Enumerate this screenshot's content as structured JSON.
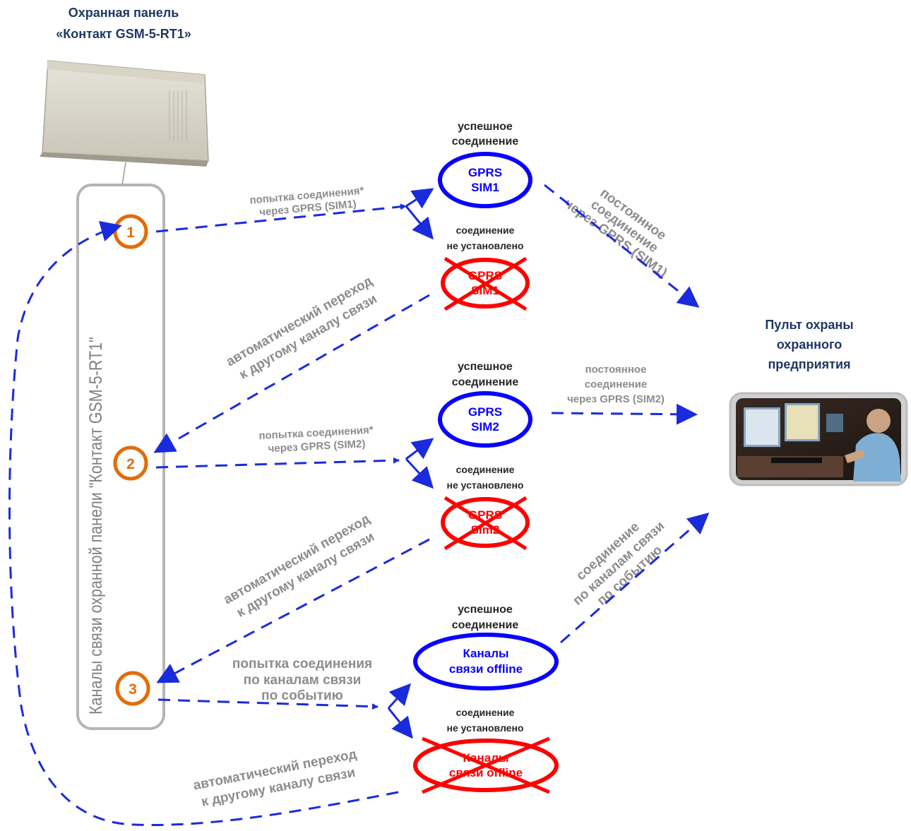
{
  "panel": {
    "title_line1": "Охранная панель",
    "title_line2": "«Контакт GSM-5-RT1»"
  },
  "channels_label": "Каналы связи охранной панели \"Контакт GSM-5-RT1\"",
  "steps": [
    "1",
    "2",
    "3"
  ],
  "central": {
    "title_line1": "Пульт охраны",
    "title_line2": "охранного",
    "title_line3": "предприятия"
  },
  "status": {
    "success_line1": "успешное",
    "success_line2": "соединение",
    "fail_line1": "соединение",
    "fail_line2": "не установлено"
  },
  "nodes": {
    "gprs_sim1_ok": [
      "GPRS",
      "SIM1"
    ],
    "gprs_sim1_fail": [
      "GPRS",
      "SIM1"
    ],
    "gprs_sim2_ok": [
      "GPRS",
      "SIM2"
    ],
    "gprs_sim2_fail": [
      "GPRS",
      "Sim2"
    ],
    "offline_ok": [
      "Каналы",
      "связи offline"
    ],
    "offline_fail": [
      "Каналы",
      "связи offline"
    ]
  },
  "edges": {
    "attempt1": [
      "попытка соединения*",
      "через GPRS (SIM1)"
    ],
    "attempt2": [
      "попытка соединения*",
      "через GPRS (SIM2)"
    ],
    "attempt3": [
      "попытка соединения",
      "по каналам связи",
      "по событию"
    ],
    "persistent1": [
      "постоянное",
      "соединение",
      "через GPRS (SIM1)"
    ],
    "persistent2": [
      "постоянное",
      "соединение",
      "через GPRS (SIM2)"
    ],
    "event_conn": [
      "соединение",
      "по каналам связи",
      "по событию"
    ],
    "auto_switch": [
      "автоматический переход",
      "к другому каналу связи"
    ]
  },
  "colors": {
    "arrow": "#1a2bdc",
    "success": "#0a00ff",
    "fail": "#ff0000",
    "step": "#e36c09",
    "title": "#1f3864",
    "muted": "#8c8c8c"
  }
}
